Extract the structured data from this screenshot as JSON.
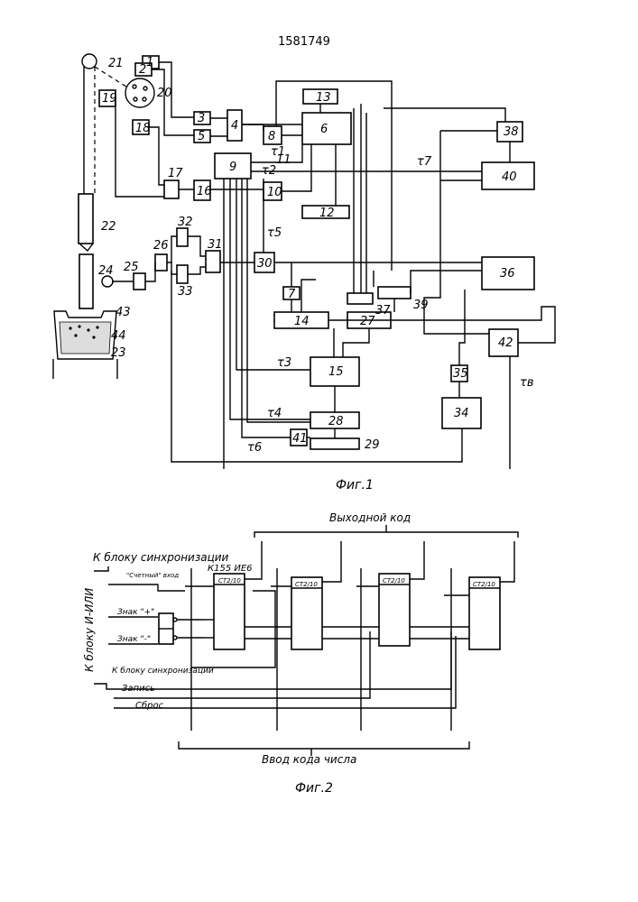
{
  "patent_number": "1581749",
  "fig1": {
    "caption": "Фиг.1",
    "blocks": [
      {
        "id": "b1",
        "label": "1"
      },
      {
        "id": "b2",
        "label": "2"
      },
      {
        "id": "b3",
        "label": "3"
      },
      {
        "id": "b4",
        "label": "4"
      },
      {
        "id": "b5",
        "label": "5"
      },
      {
        "id": "b6",
        "label": "6"
      },
      {
        "id": "b7",
        "label": "7"
      },
      {
        "id": "b8",
        "label": "8"
      },
      {
        "id": "b9",
        "label": "9"
      },
      {
        "id": "b10",
        "label": "10"
      },
      {
        "id": "b12",
        "label": "12"
      },
      {
        "id": "b13",
        "label": "13"
      },
      {
        "id": "b14",
        "label": "14"
      },
      {
        "id": "b15",
        "label": "15"
      },
      {
        "id": "b16",
        "label": "16"
      },
      {
        "id": "b17",
        "label": "17"
      },
      {
        "id": "b18",
        "label": "18"
      },
      {
        "id": "b19",
        "label": "19"
      },
      {
        "id": "b25",
        "label": "25"
      },
      {
        "id": "b26",
        "label": "26"
      },
      {
        "id": "b27",
        "label": "27"
      },
      {
        "id": "b28",
        "label": "28"
      },
      {
        "id": "b29",
        "label": "29"
      },
      {
        "id": "b30",
        "label": "30"
      },
      {
        "id": "b31",
        "label": "31"
      },
      {
        "id": "b32",
        "label": "32"
      },
      {
        "id": "b33",
        "label": "33"
      },
      {
        "id": "b34",
        "label": "34"
      },
      {
        "id": "b35",
        "label": "35"
      },
      {
        "id": "b36",
        "label": "36"
      },
      {
        "id": "b37",
        "label": "37"
      },
      {
        "id": "b38",
        "label": "38"
      },
      {
        "id": "b39",
        "label": "39"
      },
      {
        "id": "b40",
        "label": "40"
      },
      {
        "id": "b41",
        "label": "41"
      },
      {
        "id": "b42",
        "label": "42"
      }
    ],
    "callouts": {
      "n11": "11",
      "n20": "20",
      "n21": "21",
      "n22": "22",
      "n23": "23",
      "n24": "24",
      "n43": "43",
      "n44": "44"
    },
    "taus": {
      "t1": "τ1",
      "t2": "τ2",
      "t3": "τ3",
      "t4": "τ4",
      "t5": "τ5",
      "t6": "τ6",
      "t7": "τ7",
      "tb": "τв"
    }
  },
  "fig2": {
    "caption": "Фиг.2",
    "output_code": "Выходной код",
    "input_code": "Ввод кода числа",
    "sync_block": "К блоку синхронизации",
    "count_input": "\"Счетный\" вход",
    "or_block": "К блоку И-ИЛИ",
    "sign_plus": "Знак \"+\"",
    "sign_minus": "Знак \"-\"",
    "sync_block2": "К блоку синхронизации",
    "write": "Запись",
    "reset": "Сброс",
    "chip": "К155 ИЕ6",
    "counter_label": "СТ2/10"
  }
}
